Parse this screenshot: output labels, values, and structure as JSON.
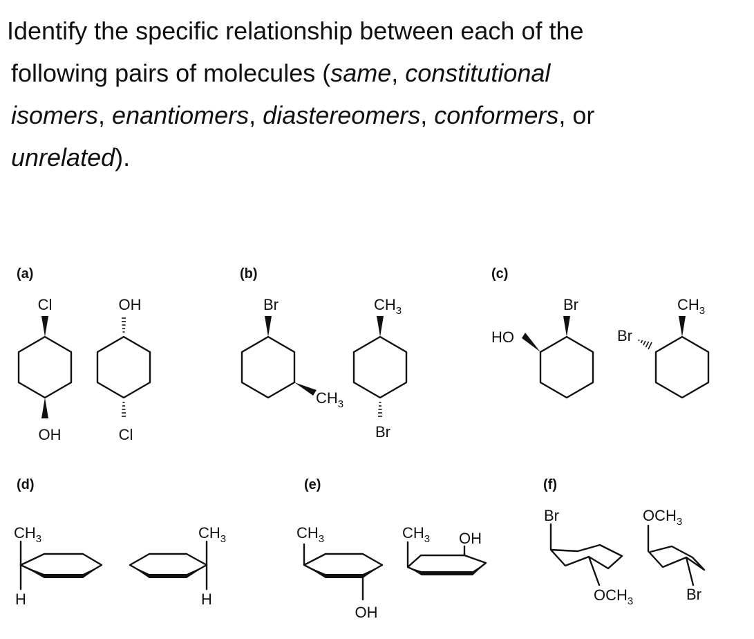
{
  "question": {
    "line1": [
      {
        "text": "Identify the specific relationship between each of the",
        "italic": false
      }
    ],
    "line2": [
      {
        "text": "following pairs of molecules (",
        "italic": false
      },
      {
        "text": "same",
        "italic": true
      },
      {
        "text": ", ",
        "italic": false
      },
      {
        "text": "constitutional",
        "italic": true
      }
    ],
    "line3": [
      {
        "text": "isomers",
        "italic": true
      },
      {
        "text": ", ",
        "italic": false
      },
      {
        "text": "enantiomers",
        "italic": true
      },
      {
        "text": ", ",
        "italic": false
      },
      {
        "text": "diastereomers",
        "italic": true
      },
      {
        "text": ", ",
        "italic": false
      },
      {
        "text": "conformers",
        "italic": true
      },
      {
        "text": ", or",
        "italic": false
      }
    ],
    "line4": [
      {
        "text": "unrelated",
        "italic": true
      },
      {
        "text": ").",
        "italic": false
      }
    ]
  },
  "parts": [
    {
      "label": "(a)",
      "molecules": [
        {
          "top": "Cl",
          "bottom": "OH"
        },
        {
          "top": "OH",
          "bottom": "Cl"
        }
      ]
    },
    {
      "label": "(b)",
      "molecules": [
        {
          "top": "Br",
          "side": {
            "atom": "CH",
            "sub": "3"
          }
        },
        {
          "top": {
            "atom": "CH",
            "sub": "3"
          },
          "bottom": "Br"
        }
      ]
    },
    {
      "label": "(c)",
      "molecules": [
        {
          "left": "HO",
          "top": "Br"
        },
        {
          "left": "Br",
          "top": {
            "atom": "CH",
            "sub": "3"
          }
        }
      ]
    },
    {
      "label": "(d)",
      "molecules": [
        {
          "up": {
            "atom": "CH",
            "sub": "3"
          },
          "down": "H"
        },
        {
          "up": {
            "atom": "CH",
            "sub": "3"
          },
          "down": "H"
        }
      ]
    },
    {
      "label": "(e)",
      "molecules": [
        {
          "up": {
            "atom": "CH",
            "sub": "3"
          },
          "down": "OH"
        },
        {
          "up": {
            "atom": "CH",
            "sub": "3"
          },
          "up2": "OH"
        }
      ]
    },
    {
      "label": "(f)",
      "molecules": [
        {
          "up": "Br",
          "down": {
            "atom": "OCH",
            "sub": "3"
          }
        },
        {
          "up": {
            "atom": "OCH",
            "sub": "3"
          },
          "down": "Br"
        }
      ]
    }
  ]
}
